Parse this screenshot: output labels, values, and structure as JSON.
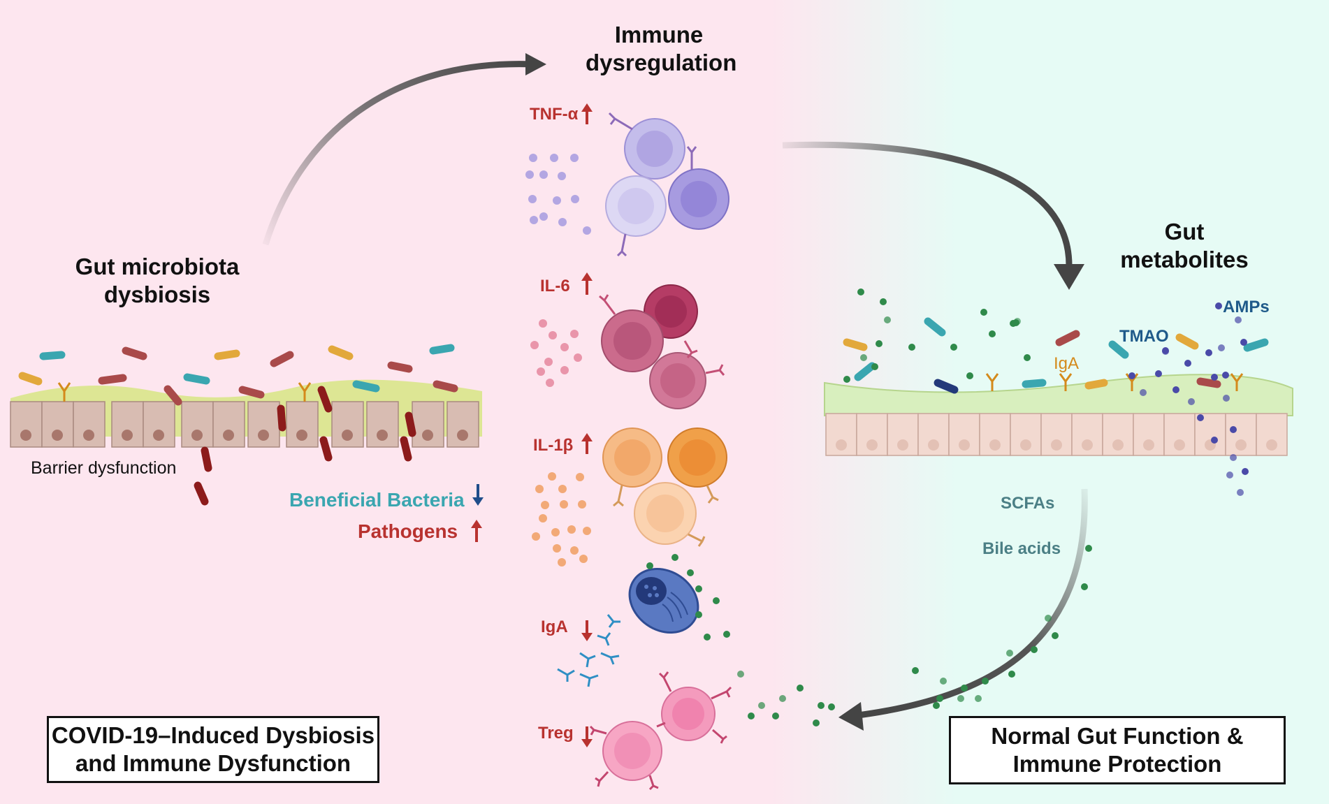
{
  "titles": {
    "immune": [
      "Immune",
      "dysregulation"
    ],
    "gut_microbiota": [
      "Gut microbiota",
      "dysbiosis"
    ],
    "gut_metabolites": [
      "Gut",
      "metabolites"
    ]
  },
  "left_panel": {
    "barrier_label": "Barrier dysfunction",
    "beneficial_label": "Beneficial Bacteria",
    "pathogens_label": "Pathogens",
    "box_lines": [
      "COVID-19–Induced Dysbiosis",
      "and Immune Dysfunction"
    ]
  },
  "cytokines": {
    "tnf": "TNF-α",
    "il6": "IL-6",
    "il1b": "IL-1β",
    "iga": "IgA",
    "treg": "Treg"
  },
  "right_panel": {
    "amps": "AMPs",
    "tmao": "TMAO",
    "iga": "IgA",
    "scfas": "SCFAs",
    "bile_acids": "Bile acids",
    "box_lines": [
      "Normal Gut Function &",
      "Immune Protection"
    ]
  },
  "colors": {
    "left_bg": "#fde6ef",
    "right_bg": "#e6fbf5",
    "increase_arrow": "#b8322f",
    "decrease_arrow": "#1f4d8a",
    "beneficial_text": "#3aa6b0",
    "pathogen_text": "#b8322f",
    "metabolite_label": "#4b7f85",
    "amps_tmao_text": "#1f5a8a",
    "iga_text": "#d48a1c"
  }
}
